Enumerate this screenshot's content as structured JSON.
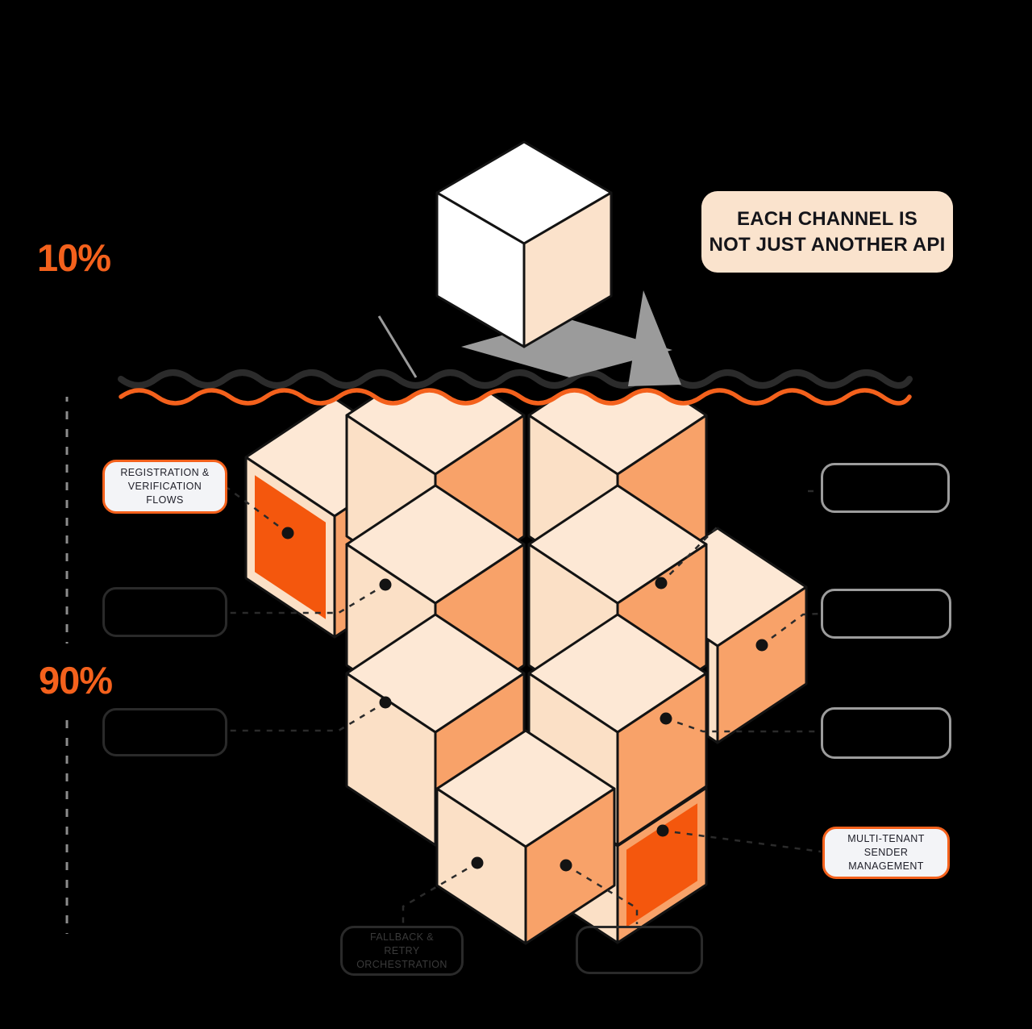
{
  "diagram": {
    "percent_above": "10%",
    "percent_below": "90%",
    "callout_lines": [
      "EACH CHANNEL IS",
      "NOT JUST ANOTHER API"
    ],
    "labels": {
      "registration": [
        "REGISTRATION &",
        "VERIFICATION",
        "FLOWS"
      ],
      "multi_tenant": [
        "MULTI-TENANT",
        "SENDER",
        "MANAGEMENT"
      ],
      "fallback": [
        "FALLBACK &",
        "RETRY",
        "ORCHESTRATION"
      ]
    }
  },
  "colors": {
    "background": "#000000",
    "accent_orange": "#F4611C",
    "hot_face": "#F4570D",
    "face_top": "#FDE8D5",
    "face_light": "#FBE0C6",
    "face_side": "#F8A269",
    "white_face": "#FFFFFF",
    "shadow_gray": "#9B9B9B",
    "wave_dark": "#2B2B2B",
    "ruler_gray": "#8C8C8C",
    "box_gray_border": "#9C9C9C",
    "box_dark_border": "#2A2A2A",
    "dash_dark": "#2B2B2B",
    "ink": "#131313",
    "label_bg": "#F3F4F7",
    "callout_bg": "#FAE3CD",
    "label_text": "#20202A",
    "dim_text": "#3A3A3A"
  }
}
